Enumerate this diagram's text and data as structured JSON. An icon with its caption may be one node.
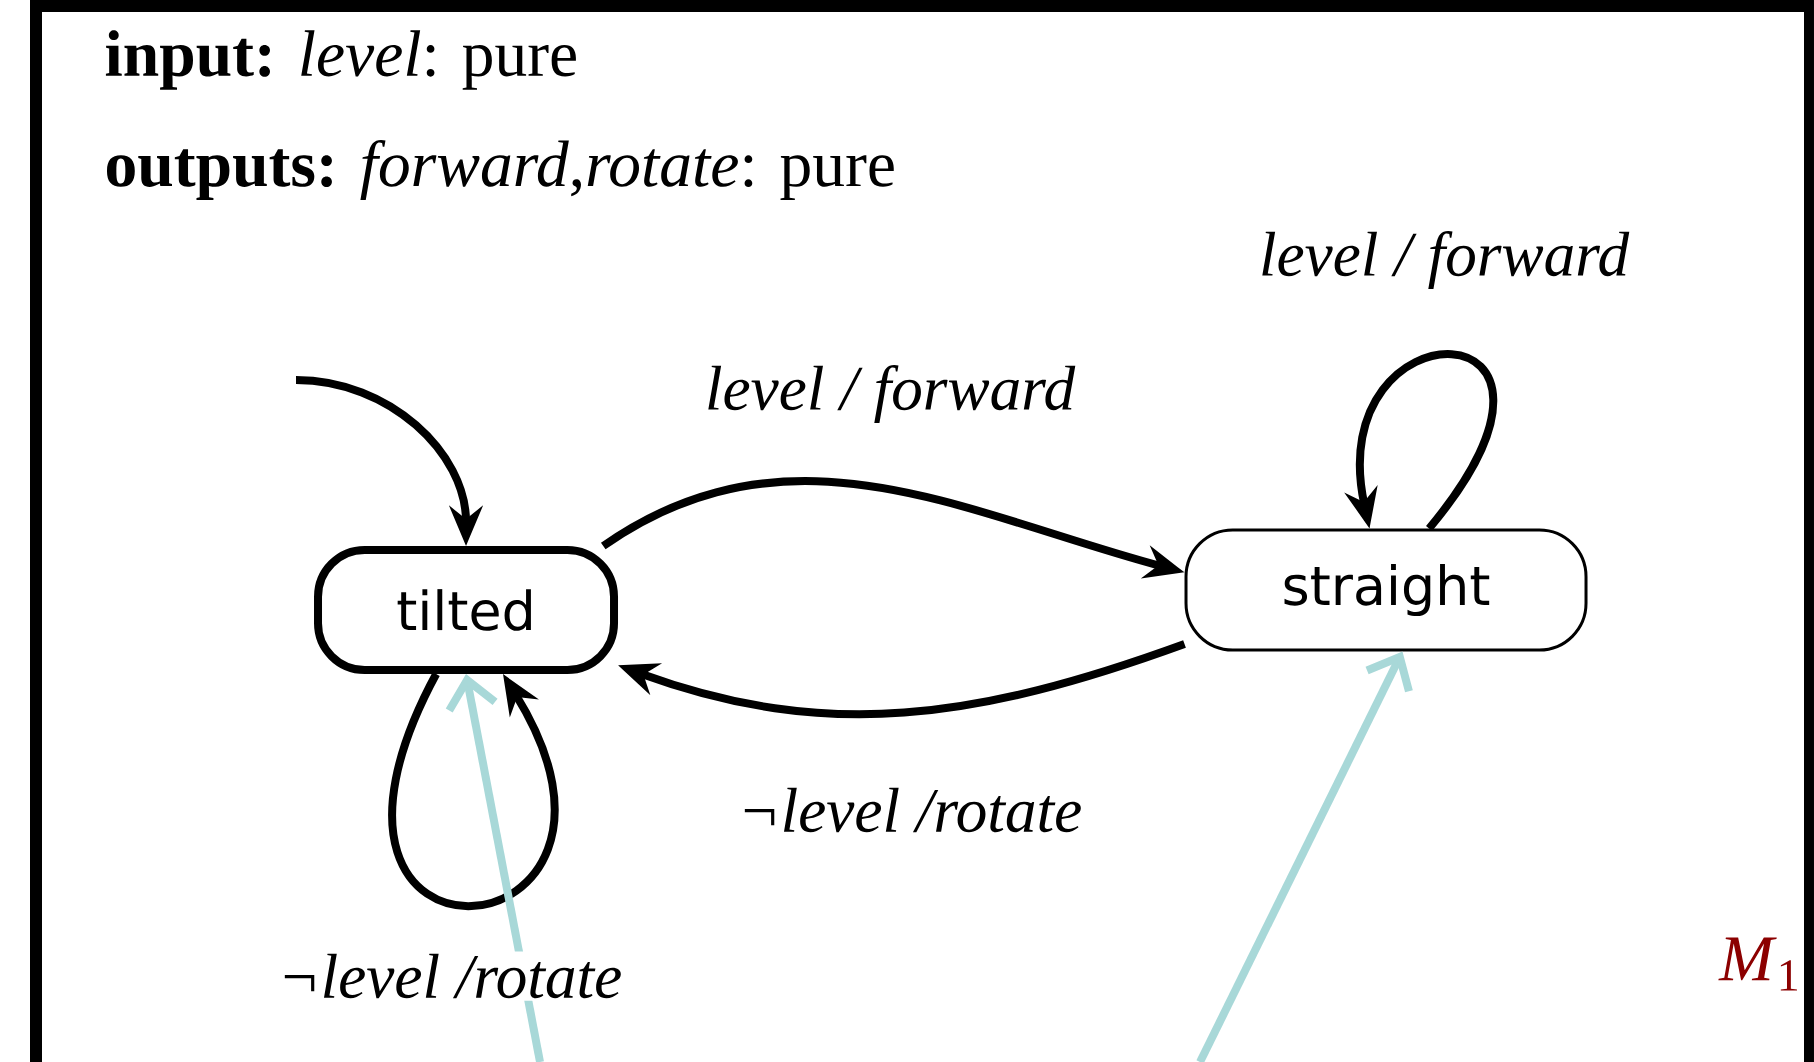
{
  "diagram": {
    "nodes": [
      {
        "text": [
          "tilted"
        ]
      },
      {
        "text": [
          "straight"
        ]
      }
    ],
    "edges": [
      {
        "from": null,
        "to": 0,
        "arrow": "to"
      },
      {
        "from": 0,
        "to": 1,
        "arrow": "to",
        "label": "level / forward"
      },
      {
        "from": 1,
        "to": 0,
        "arrow": "to",
        "label": "¬level /rotate"
      },
      {
        "from": 1,
        "to": 1,
        "arrow": "to",
        "label": "level / forward"
      },
      {
        "from": 0,
        "to": 0,
        "arrow": "to",
        "label": "¬level /rotate"
      },
      {
        "from": null,
        "to": 0,
        "arrow": "to",
        "color": "#a8d8d8"
      },
      {
        "from": null,
        "to": 1,
        "arrow": "to",
        "color": "#a8d8d8"
      }
    ],
    "labels": [
      "**input:** *level*: pure",
      "**outputs:** *forward*,*rotate*: pure",
      "*M*$_{1}$"
    ]
  }
}
